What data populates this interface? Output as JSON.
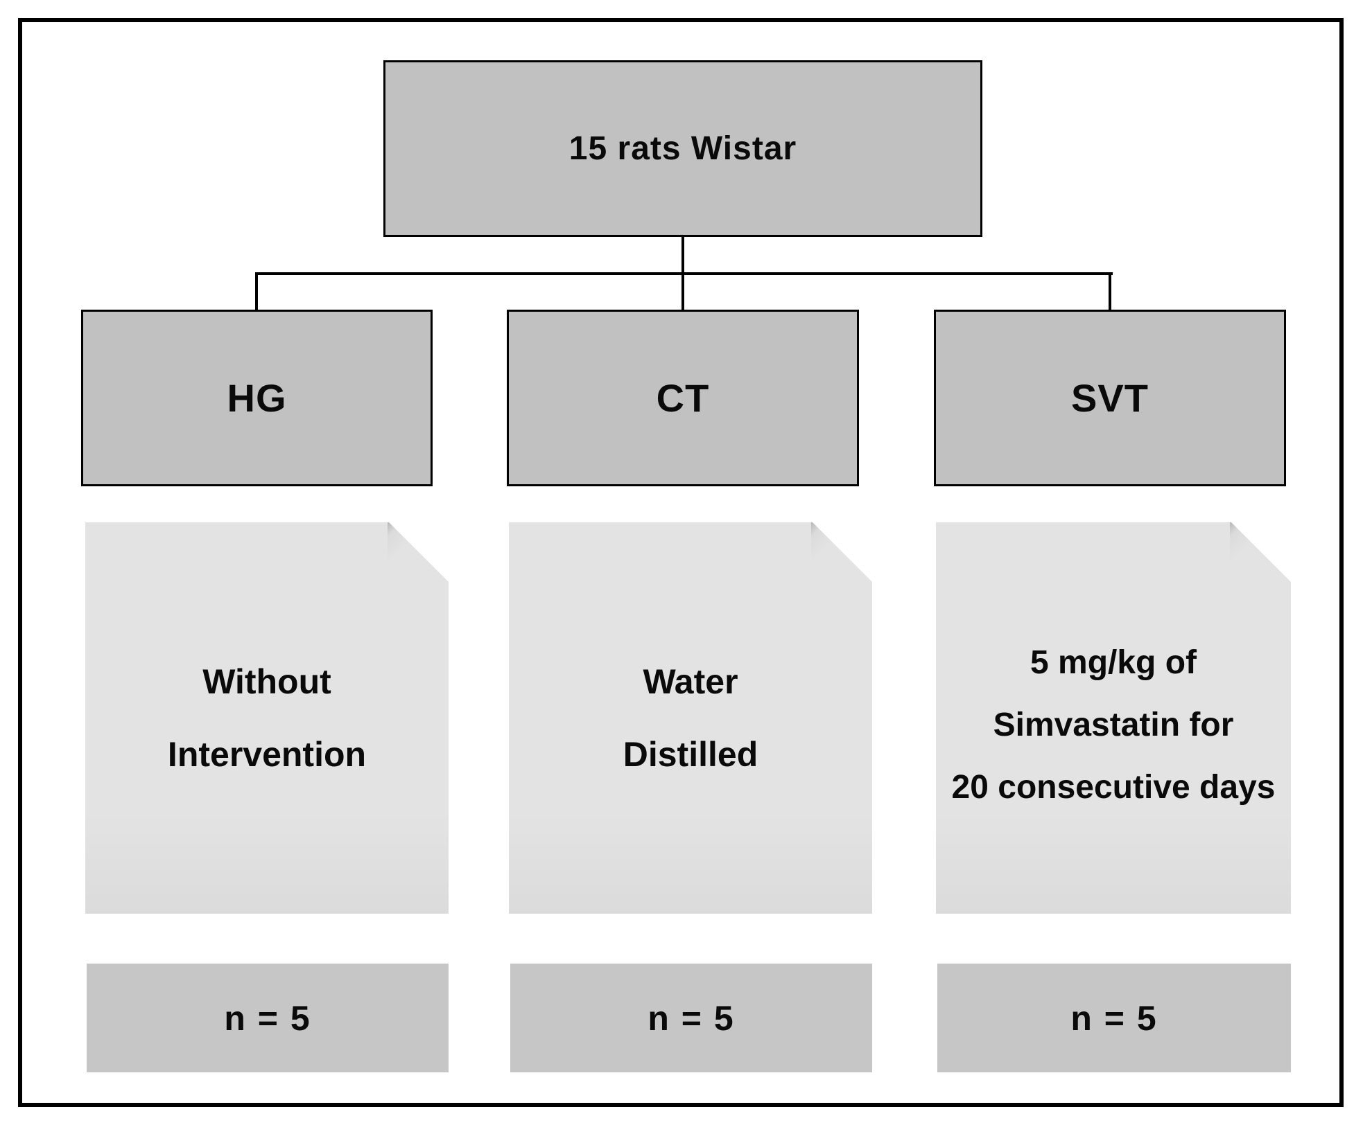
{
  "figure": {
    "root": {
      "label": "15 rats Wistar"
    },
    "columns": [
      {
        "group": "HG",
        "treatment_lines": [
          "Without",
          "Intervention"
        ],
        "sample": "n = 5"
      },
      {
        "group": "CT",
        "treatment_lines": [
          "Water",
          "Distilled"
        ],
        "sample": "n = 5"
      },
      {
        "group": "SVT",
        "treatment_lines": [
          "5 mg/kg of",
          "Simvastatin for",
          "20 consecutive days"
        ],
        "sample": "n = 5"
      }
    ],
    "colors": {
      "node_fill": "#c1c1c1",
      "note_fill": "#e3e3e3",
      "count_fill": "#c6c6c6",
      "line": "#000000",
      "ink": "#0a0a0a"
    }
  }
}
